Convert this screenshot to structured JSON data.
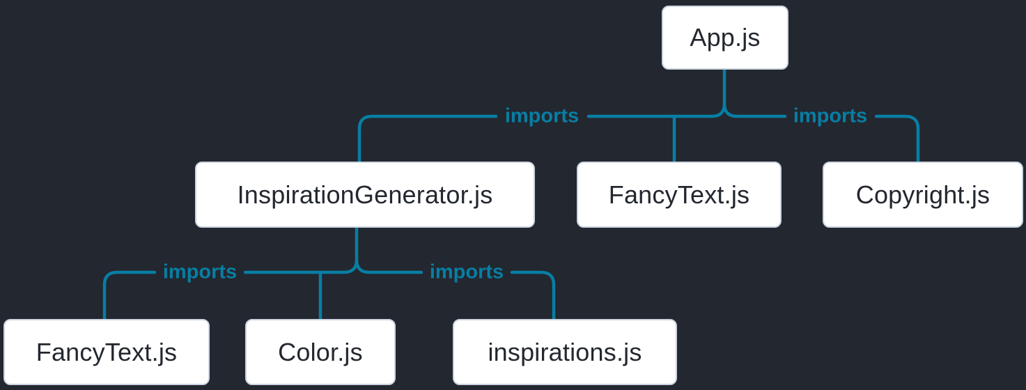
{
  "diagram": {
    "nodes": {
      "app": {
        "label": "App.js"
      },
      "inspiration_generator": {
        "label": "InspirationGenerator.js"
      },
      "fancy_text_top": {
        "label": "FancyText.js"
      },
      "copyright": {
        "label": "Copyright.js"
      },
      "fancy_text_bottom": {
        "label": "FancyText.js"
      },
      "color": {
        "label": "Color.js"
      },
      "inspirations": {
        "label": "inspirations.js"
      }
    },
    "edge_labels": [
      "imports",
      "imports",
      "imports",
      "imports"
    ],
    "colors": {
      "background": "#23272f",
      "line": "#087ea4",
      "edge_label_text": "#087ea4",
      "node_background": "#ffffff",
      "node_border": "#cbd5e1",
      "node_text": "#23272f"
    }
  }
}
